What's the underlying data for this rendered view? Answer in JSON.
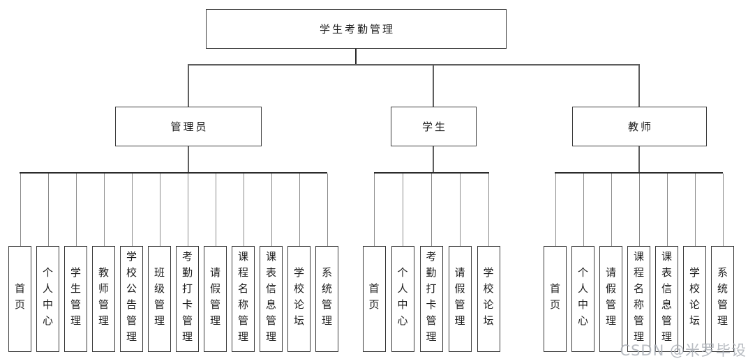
{
  "diagram": {
    "root": {
      "label": "学生考勤管理"
    },
    "branches": [
      {
        "label": "管理员",
        "leaves": [
          "首页",
          "个人中心",
          "学生管理",
          "教师管理",
          "学校公告管理",
          "班级管理",
          "考勤打卡管理",
          "请假管理",
          "课程名称管理",
          "课表信息管理",
          "学校论坛",
          "系统管理"
        ]
      },
      {
        "label": "学生",
        "leaves": [
          "首页",
          "个人中心",
          "考勤打卡管理",
          "请假管理",
          "学校论坛"
        ]
      },
      {
        "label": "教师",
        "leaves": [
          "首页",
          "个人中心",
          "请假管理",
          "课程名称管理",
          "课表信息管理",
          "学校论坛",
          "系统管理"
        ]
      }
    ]
  },
  "watermark": "CSDN @米罗毕设",
  "colors": {
    "line_dark": "#2b2b2b",
    "line_mid": "#5e5e5e",
    "line_gray": "#8a8a8a",
    "box_border": "#3a3a3a",
    "watermark": "rgba(171,176,183,0.85)"
  }
}
